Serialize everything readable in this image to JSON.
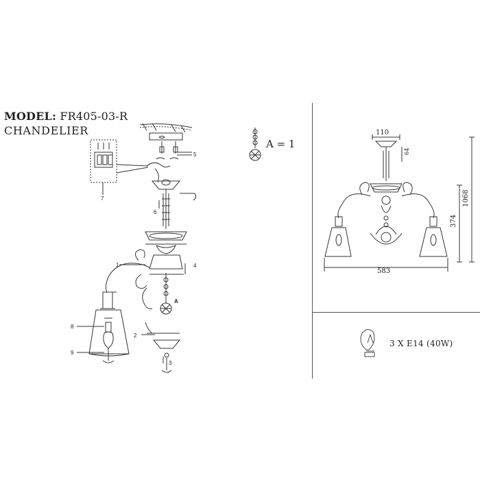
{
  "header": {
    "model_label": "MODEL:",
    "model_code": "FR405-03-R",
    "subtitle": "CHANDELIER"
  },
  "assembly": {
    "part_key": "A = 1",
    "part_letter": "A",
    "callouts": [
      "1",
      "2",
      "3",
      "4",
      "5",
      "6",
      "7",
      "8",
      "9"
    ]
  },
  "dimensions": {
    "canopy_width": "110",
    "chain_detail": "64",
    "total_height": "1068",
    "body_height": "374",
    "overall_width": "583"
  },
  "bulb_spec": "3 X E14 (40W)"
}
